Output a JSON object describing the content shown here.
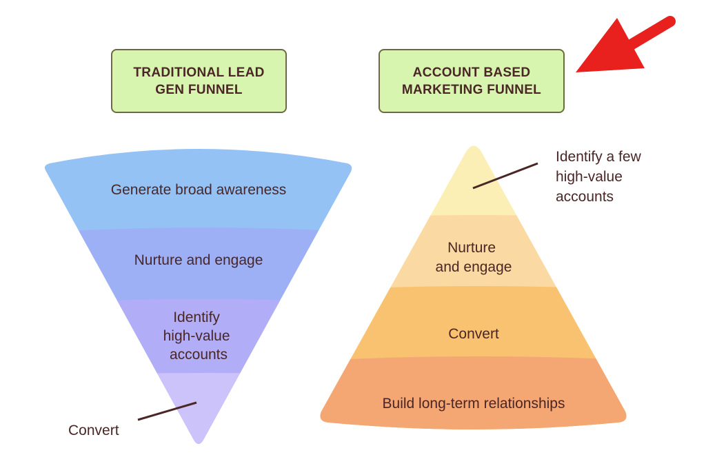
{
  "left_funnel": {
    "title": [
      "TRADITIONAL LEAD",
      "GEN FUNNEL"
    ],
    "stages": [
      {
        "lines": [
          "Generate broad awareness"
        ],
        "color": "#94c2f5"
      },
      {
        "lines": [
          "Nurture and engage"
        ],
        "color": "#9db0f5"
      },
      {
        "lines": [
          "Identify",
          "high-value",
          "accounts"
        ],
        "color": "#b1adf6"
      },
      {
        "lines": [
          "Convert"
        ],
        "color": "#cdc3fb"
      }
    ]
  },
  "right_funnel": {
    "title": [
      "ACCOUNT BASED",
      "MARKETING FUNNEL"
    ],
    "stages": [
      {
        "lines": [
          "Identify a few",
          "high-value",
          "accounts"
        ],
        "color": "#fcefb5"
      },
      {
        "lines": [
          "Nurture",
          "and engage"
        ],
        "color": "#fbd9a2"
      },
      {
        "lines": [
          "Convert"
        ],
        "color": "#f9c270"
      },
      {
        "lines": [
          "Build long-term relationships"
        ],
        "color": "#f4a673"
      }
    ]
  },
  "colors": {
    "title_box_bg": "#d8f5b0",
    "title_box_border": "#6c6a3e",
    "text": "#4a2626",
    "callout_line": "#4a2626",
    "arrow": "#e8201e"
  },
  "icons": [
    "red-arrow-icon"
  ]
}
